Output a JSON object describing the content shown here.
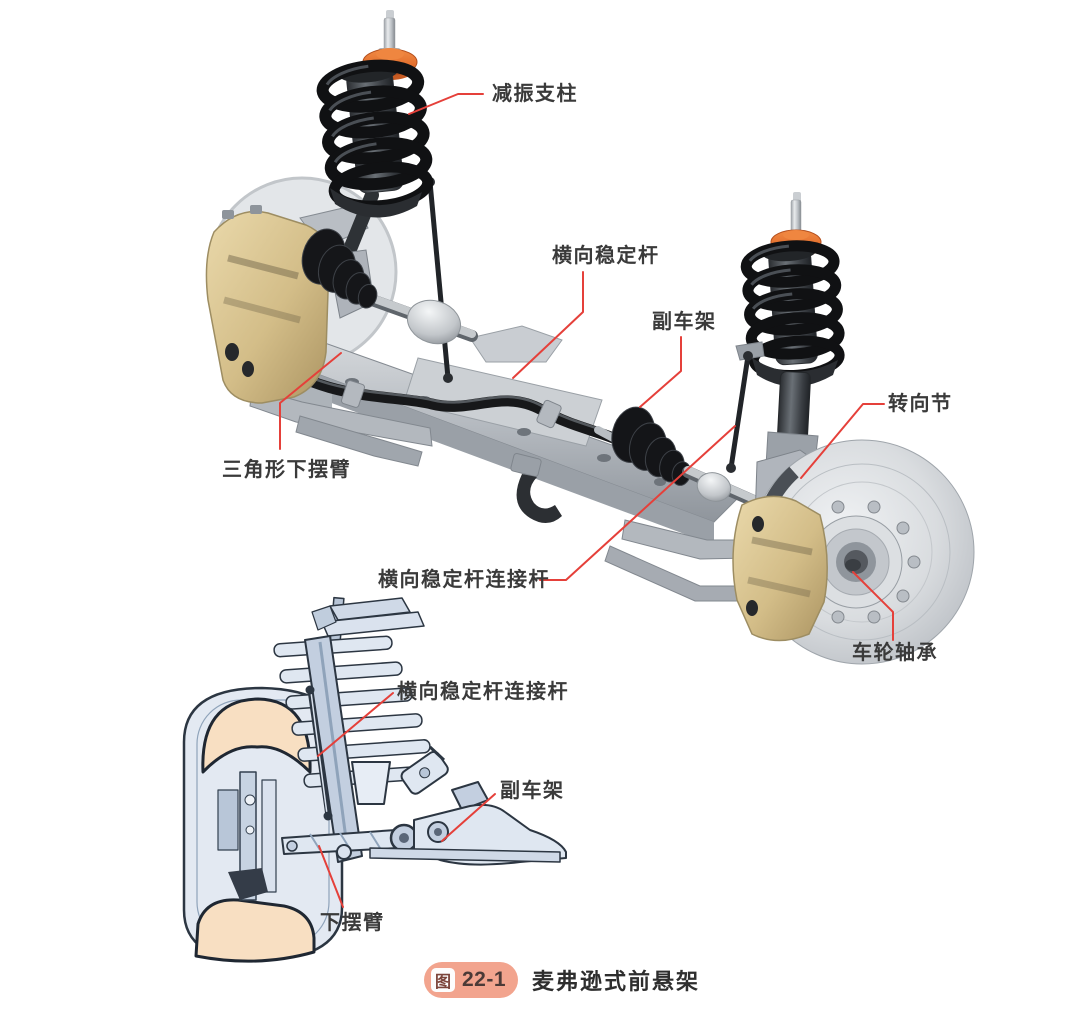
{
  "figure": {
    "badge_prefix": "图",
    "badge_number": "22-1",
    "title": "麦弗逊式前悬架"
  },
  "labels": {
    "strut": "减振支柱",
    "stabilizer_bar": "横向稳定杆",
    "subframe_top": "副车架",
    "steering_knuckle": "转向节",
    "triangular_lower_arm": "三角形下摆臂",
    "stabilizer_link_top": "横向稳定杆连接杆",
    "wheel_bearing": "车轮轴承",
    "stabilizer_link_bottom": "横向稳定杆连接杆",
    "subframe_bottom": "副车架",
    "lower_arm": "下摆臂"
  },
  "colors": {
    "leader_line": "#e5403a",
    "badge_background": "#f2a48e",
    "badge_prefix_text": "#7c453b",
    "badge_number_text": "#4b3a37",
    "label_text": "#3a3a3a",
    "strut_mount_orange": "#e4702e",
    "spring_black": "#101113",
    "caliper_beige": "#d8c392",
    "metal_gray": "#b9bec4",
    "lineart_fill_blue": "#dfe7f1",
    "tire_section_peach": "#f8dfc2"
  }
}
